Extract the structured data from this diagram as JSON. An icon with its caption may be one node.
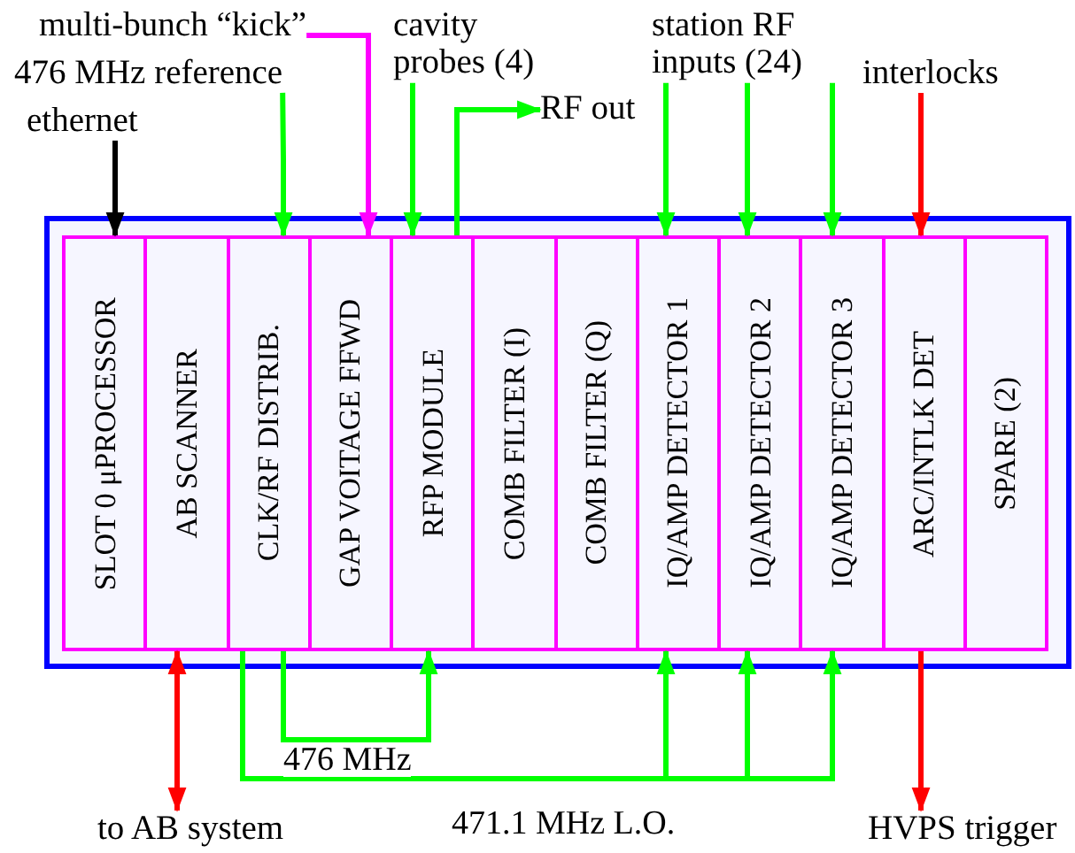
{
  "diagram": {
    "nodes": [
      {
        "text": [],
        "shape": "box"
      },
      {
        "text": [
          "SLOT 0 μPROCESSOR"
        ],
        "in": 0
      },
      {
        "text": [
          "AB SCANNER"
        ],
        "in": 0
      },
      {
        "text": [
          "CLK/RF DISTRIB."
        ],
        "in": 0
      },
      {
        "text": [
          "GAP VOITAGE FFWD"
        ],
        "in": 0
      },
      {
        "text": [
          "RFP MODULE"
        ],
        "in": 0
      },
      {
        "text": [
          "COMB FILTER (I)"
        ],
        "in": 0
      },
      {
        "text": [
          "COMB FILTER (Q)"
        ],
        "in": 0
      },
      {
        "text": [
          "IQ/AMP DETECTOR 1"
        ],
        "in": 0
      },
      {
        "text": [
          "IQ/AMP DETECTOR 2"
        ],
        "in": 0
      },
      {
        "text": [
          "IQ/AMP DETECTOR 3"
        ],
        "in": 0
      },
      {
        "text": [
          "ARC/INTLK DET"
        ],
        "in": 0
      },
      {
        "text": [
          "SPARE (2)"
        ],
        "in": 0
      },
      {
        "text": [
          "multi-bunch “kick”"
        ]
      },
      {
        "text": [
          "476 MHz reference"
        ]
      },
      {
        "text": [
          "ethernet"
        ]
      },
      {
        "text": [
          "cavity probes (4)"
        ]
      },
      {
        "text": [
          "RF out"
        ]
      },
      {
        "text": [
          "station RF inputs (24)"
        ]
      },
      {
        "text": [
          "interlocks"
        ]
      },
      {
        "text": [
          "to AB system"
        ]
      },
      {
        "text": [
          "HVPS trigger"
        ]
      }
    ],
    "edges": [
      {
        "from": 15,
        "to": 1,
        "arrow": "to",
        "color": "#000000"
      },
      {
        "from": 14,
        "to": 3,
        "arrow": "to"
      },
      {
        "from": 13,
        "to": 4,
        "arrow": "to",
        "color": "#ff00ff"
      },
      {
        "from": 16,
        "to": 5,
        "arrow": "to"
      },
      {
        "from": 5,
        "to": 17,
        "arrow": "to"
      },
      {
        "from": 18,
        "to": 8,
        "arrow": "to"
      },
      {
        "from": 18,
        "to": 9,
        "arrow": "to"
      },
      {
        "from": 18,
        "to": 10,
        "arrow": "to"
      },
      {
        "from": 19,
        "to": 11,
        "arrow": "to",
        "color": "#ff0000"
      },
      {
        "from": 2,
        "to": 20,
        "arrow": "both",
        "color": "#ff0000"
      },
      {
        "from": 3,
        "to": 5,
        "arrow": "to",
        "label": "476 MHz"
      },
      {
        "from": 3,
        "to": 8,
        "arrow": "to"
      },
      {
        "from": 3,
        "to": 9,
        "arrow": "to",
        "label": "471.1 MHz L.O."
      },
      {
        "from": 3,
        "to": 10,
        "arrow": "to"
      },
      {
        "from": 11,
        "to": 21,
        "arrow": "to",
        "color": "#ff0000"
      }
    ]
  }
}
